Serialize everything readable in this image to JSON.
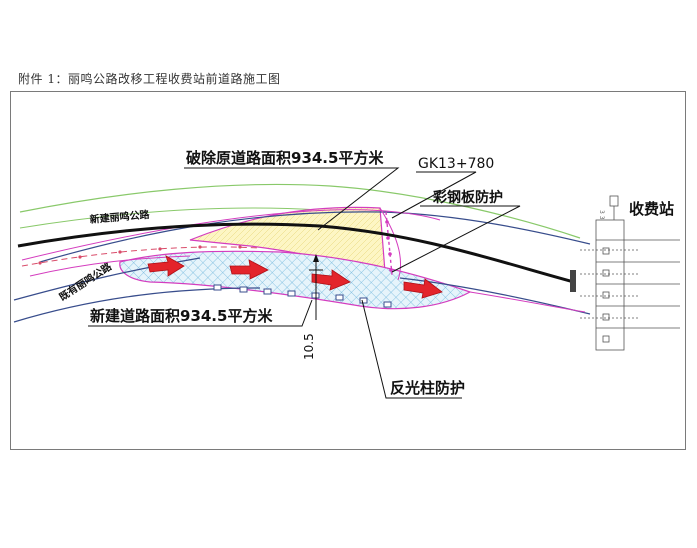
{
  "document": {
    "title": "附件 1：丽鸣公路改移工程收费站前道路施工图"
  },
  "drawing": {
    "labels": {
      "demolish_area": "破除原道路面积934.5平方米",
      "station_mark": "GK13+780",
      "steel_guard": "彩钢板防护",
      "toll_station": "收费站",
      "new_road": "新建丽鸣公路",
      "old_road": "既有丽鸣公路",
      "new_area": "新建道路面积934.5平方米",
      "width_dim": "10.5",
      "reflector_guard": "反光柱防护"
    },
    "colors": {
      "demolish_fill": "#fdf6c4",
      "new_fill": "#d6eef9",
      "mesh": "#6fb6dc",
      "edge_magenta": "#d43dbf",
      "road_green": "#89c96a",
      "road_blue": "#384d8c",
      "arrow_red": "#e3242b"
    }
  }
}
